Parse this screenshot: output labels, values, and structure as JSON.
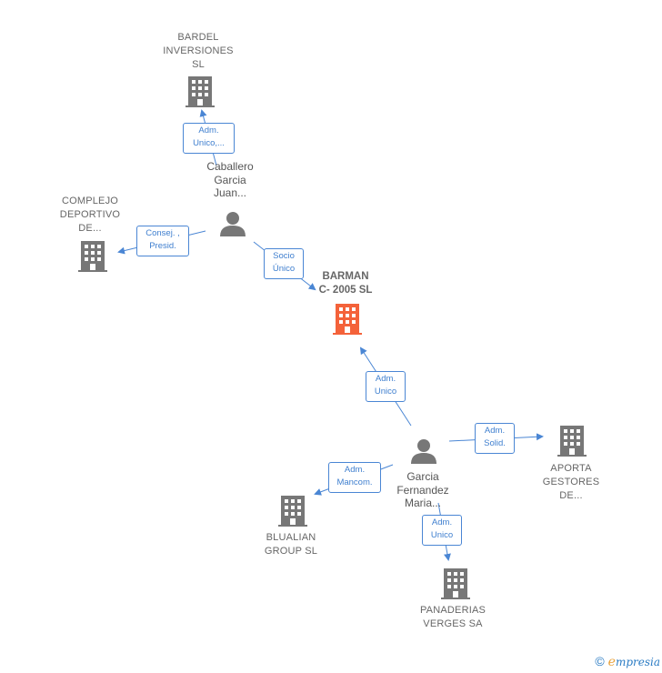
{
  "colors": {
    "edge": "#4a86d4",
    "icon": "#777777",
    "focus_icon": "#f4623a"
  },
  "nodes": {
    "bardel": {
      "label": "BARDEL\nINVERSIONES\nSL",
      "kind": "company"
    },
    "complejo": {
      "label": "COMPLEJO\nDEPORTIVO\nDE...",
      "kind": "company"
    },
    "caballero": {
      "label": "Caballero\nGarcia\nJuan...",
      "kind": "person"
    },
    "barman": {
      "label": "BARMAN\nC- 2005 SL",
      "kind": "company-focus"
    },
    "garcia": {
      "label": "Garcia\nFernandez\nMaria...",
      "kind": "person"
    },
    "aporta": {
      "label": "APORTA\nGESTORES\nDE...",
      "kind": "company"
    },
    "blualian": {
      "label": "BLUALIAN\nGROUP SL",
      "kind": "company"
    },
    "panaderias": {
      "label": "PANADERIAS\nVERGES SA",
      "kind": "company"
    }
  },
  "edges": {
    "caballero_bardel": {
      "label": "Adm.\nUnico,..."
    },
    "caballero_complejo": {
      "label": "Consej. ,\nPresid."
    },
    "caballero_barman": {
      "label": "Socio\nÚnico"
    },
    "garcia_barman": {
      "label": "Adm.\nUnico"
    },
    "garcia_aporta": {
      "label": "Adm.\nSolid."
    },
    "garcia_blualian": {
      "label": "Adm.\nMancom."
    },
    "garcia_panaderias": {
      "label": "Adm.\nUnico"
    }
  },
  "brand": {
    "copyright": "©",
    "e": "e",
    "rest": "mpresia"
  }
}
